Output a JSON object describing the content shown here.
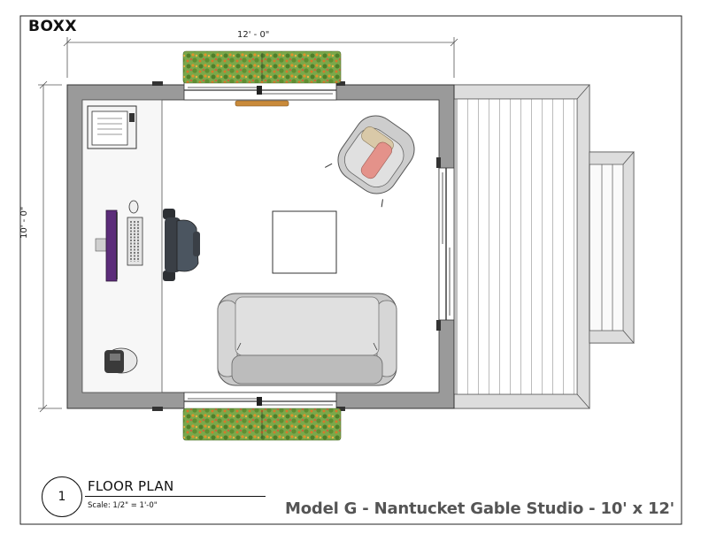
{
  "brand": "BOXX",
  "dimensions": {
    "width_label": "12' - 0\"",
    "depth_label": "10' - 0\""
  },
  "view": {
    "number": "1",
    "title": "FLOOR PLAN",
    "scale": "Scale: 1/2\" = 1'-0\""
  },
  "model_title": "Model G - Nantucket Gable Studio - 10' x 12'",
  "colors": {
    "wall": "#9a9a9a",
    "floor": "#ffffff",
    "desk": "#f5f5f5",
    "sofa": "#c9c9c9",
    "pillow_accent": "#e4928a",
    "pillow_neutral": "#d9c9a8",
    "monitor": "#5c2d7a",
    "chair": "#4b5560",
    "planter_green": "#6a9a3a",
    "planter_orange": "#e08a2a",
    "deck": "#ffffff",
    "model_title_text": "#555555"
  },
  "icons": [
    "printer-icon",
    "monitor-icon",
    "keyboard-icon",
    "mouse-icon",
    "office-chair-icon",
    "lounge-chair-icon",
    "sofa-icon",
    "coffee-table-icon",
    "waste-bin-icon",
    "planter-icon",
    "sliding-door-icon",
    "deck-icon",
    "steps-icon"
  ]
}
